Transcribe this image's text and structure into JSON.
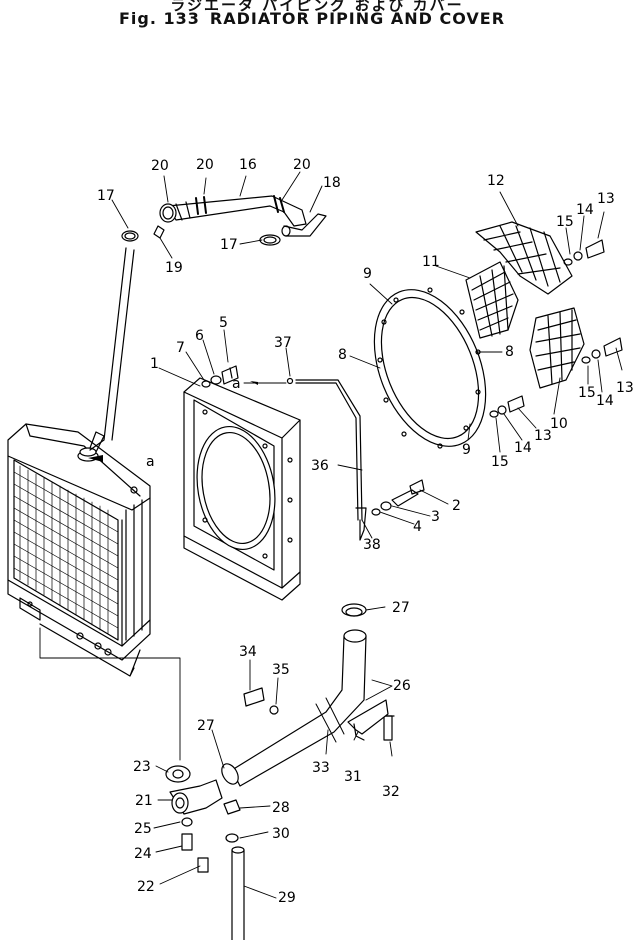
{
  "header": {
    "jp_title": "ラジエータ パイピング および カバー",
    "fig_no": "Fig. 133",
    "en_title": "RADIATOR PIPING AND COVER"
  },
  "parts": {
    "p2": "2",
    "p3": "3",
    "p4": "4",
    "p5": "5",
    "p6": "6",
    "p7": "7",
    "p8a": "8",
    "p8b": "8",
    "p9a": "9",
    "p9b": "9",
    "p10": "10",
    "p11": "11",
    "p12": "12",
    "p13a": "13",
    "p13b": "13",
    "p13c": "13",
    "p14a": "14",
    "p14b": "14",
    "p14c": "14",
    "p15a": "15",
    "p15b": "15",
    "p15c": "15",
    "p16": "16",
    "p17a": "17",
    "p17b": "17",
    "p18": "18",
    "p19": "19",
    "p20a": "20",
    "p20b": "20",
    "p20c": "20",
    "p21": "21",
    "p22": "22",
    "p23": "23",
    "p24": "24",
    "p25": "25",
    "p26": "26",
    "p27a": "27",
    "p27b": "27",
    "p28": "28",
    "p29": "29",
    "p30": "30",
    "p31": "31",
    "p32": "32",
    "p33": "33",
    "p34": "34",
    "p35": "35",
    "p36": "36",
    "p37": "37",
    "p38": "38",
    "refA1": "a",
    "refA2": "a"
  }
}
